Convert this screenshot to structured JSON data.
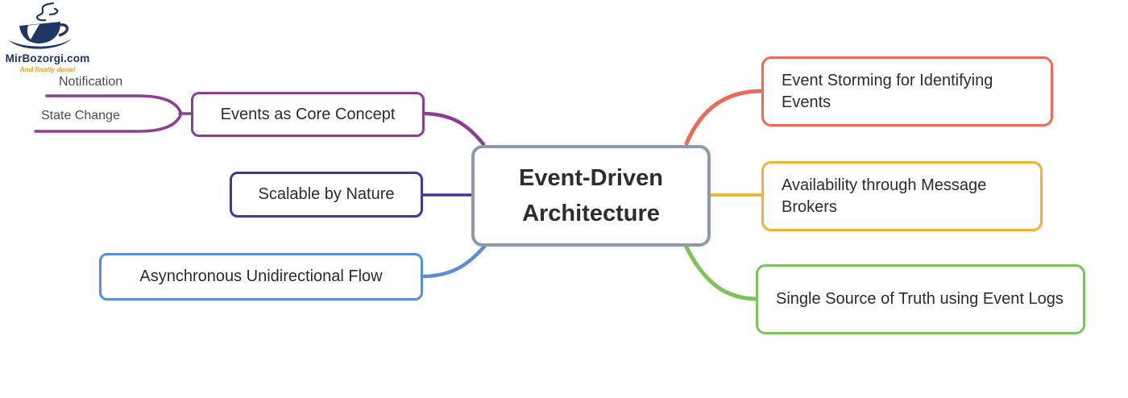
{
  "logo": {
    "brand": "MirBozorgi.com",
    "tagline": "And finally done!"
  },
  "mindmap": {
    "center": "Event-Driven Architecture",
    "sub_labels": [
      {
        "label": "Notification"
      },
      {
        "label": "State Change"
      }
    ],
    "left": [
      {
        "label": "Events as Core Concept"
      },
      {
        "label": "Scalable by Nature"
      },
      {
        "label": "Asynchronous Unidirectional Flow"
      }
    ],
    "right": [
      {
        "label": "Event Storming for Identifying Events"
      },
      {
        "label": "Availability through Message Brokers"
      },
      {
        "label": "Single Source of Truth using Event Logs"
      }
    ]
  },
  "colors": {
    "purple": "#8E3E92",
    "indigo": "#3E38A6",
    "blue": "#5B8CD8",
    "coral": "#ED6B55",
    "amber": "#F2B233",
    "green": "#7CC35E",
    "slate": "#8F99AA",
    "navy": "#1E3765",
    "orange": "#F59C1A",
    "text_dark": "#2D2D2D",
    "text_gray": "#4B4B4B"
  }
}
